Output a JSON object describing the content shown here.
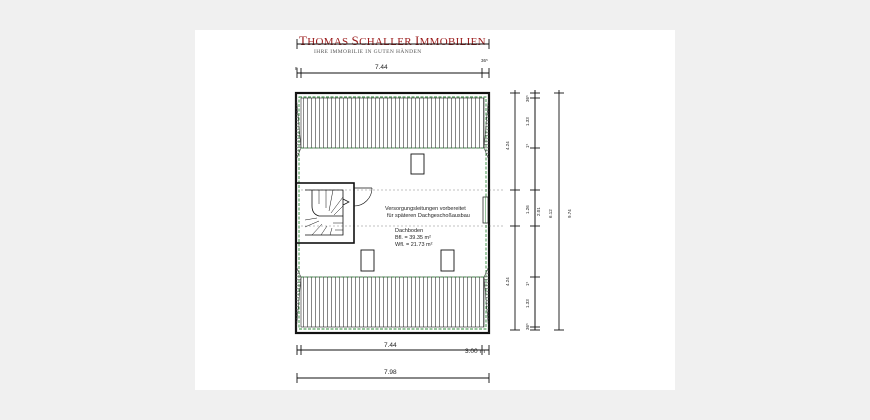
{
  "brand": {
    "name_initial_1": "T",
    "name_rest_1": "HOMAS ",
    "name_initial_2": "S",
    "name_rest_2": "CHALLER ",
    "name_initial_3": "I",
    "name_rest_3": "MMOBILIEN",
    "tagline": "IHRE IMMOBILIE IN GUTEN HÄNDEN",
    "color": "#9b1c1c"
  },
  "dimensions": {
    "top_small_left": "8",
    "top_main": "7.44",
    "top_small_right": "36⁵",
    "bottom_main": "7.44",
    "bottom_right": "3.00 m",
    "bottom_overall": "7.98",
    "right_c1_top": "36⁵",
    "right_c1_mid_top": "1.33",
    "right_c1_note_top": "1⁵",
    "right_c1_mid": "1.26",
    "right_c1_note_bottom": "1⁵",
    "right_c1_mid_bottom": "1.33",
    "right_c1_bottom": "36⁵",
    "right_c2_top": "4.24",
    "right_c2_mid": "2.01",
    "right_c2_bottom": "4.24",
    "right_c3": "6.12",
    "right_c4": "9.74"
  },
  "notes": {
    "supply_line_1": "Versorgungsleitungen vorbereitet",
    "supply_line_2": "für späteren Dachgeschoßausbau",
    "room_name": "Dachboden",
    "room_bgf": "Bfl. = 39.35 m²",
    "room_wfl": "Wfl. = 21.73 m²"
  },
  "colors": {
    "line": "#111111",
    "hatch": "#333333",
    "green_line": "#2e8b3a"
  }
}
